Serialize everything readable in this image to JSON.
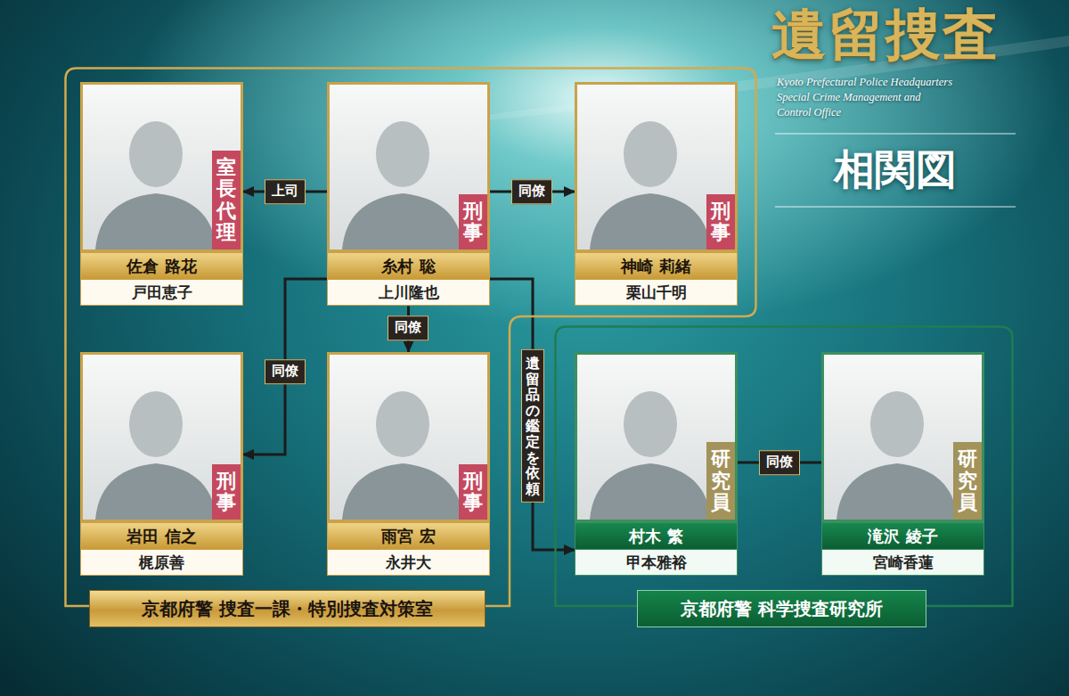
{
  "diagram": {
    "title": "遺留捜査",
    "nodes": [
      {
        "text": [
          "京都府警 捜査一課・特別捜査対策室"
        ]
      },
      {
        "text": [
          "室長代理",
          "佐倉 路花",
          "戸田恵子"
        ],
        "in": 0
      },
      {
        "text": [
          "刑事",
          "糸村 聡",
          "上川隆也"
        ],
        "in": 0
      },
      {
        "text": [
          "刑事",
          "神崎 莉緒",
          "栗山千明"
        ],
        "in": 0
      },
      {
        "text": [
          "刑事",
          "岩田 信之",
          "梶原善"
        ],
        "in": 0
      },
      {
        "text": [
          "刑事",
          "雨宮 宏",
          "永井大"
        ],
        "in": 0
      },
      {
        "text": [
          "京都府警 科学捜査研究所"
        ]
      },
      {
        "text": [
          "研究員",
          "村木 繁",
          "甲本雅裕"
        ],
        "in": 6
      },
      {
        "text": [
          "研究員",
          "滝沢 綾子",
          "宮崎香蓮"
        ],
        "in": 6
      }
    ],
    "edges": [
      {
        "from": 2,
        "to": 1,
        "label": "上司",
        "arrow": "to"
      },
      {
        "from": 2,
        "to": 3,
        "label": "同僚",
        "arrow": "to"
      },
      {
        "from": 2,
        "to": 5,
        "label": "同僚",
        "arrow": "to"
      },
      {
        "from": 2,
        "to": 4,
        "label": "同僚",
        "arrow": "to"
      },
      {
        "from": 2,
        "to": 7,
        "label": "遺留品の鑑定を依頼",
        "arrow": "to"
      },
      {
        "from": 7,
        "to": 8,
        "label": "同僚",
        "arrow": "none"
      }
    ],
    "labels": [
      "Kyoto Prefectural Police Headquarters Special Crime Management and Control Office",
      "相関図"
    ]
  }
}
